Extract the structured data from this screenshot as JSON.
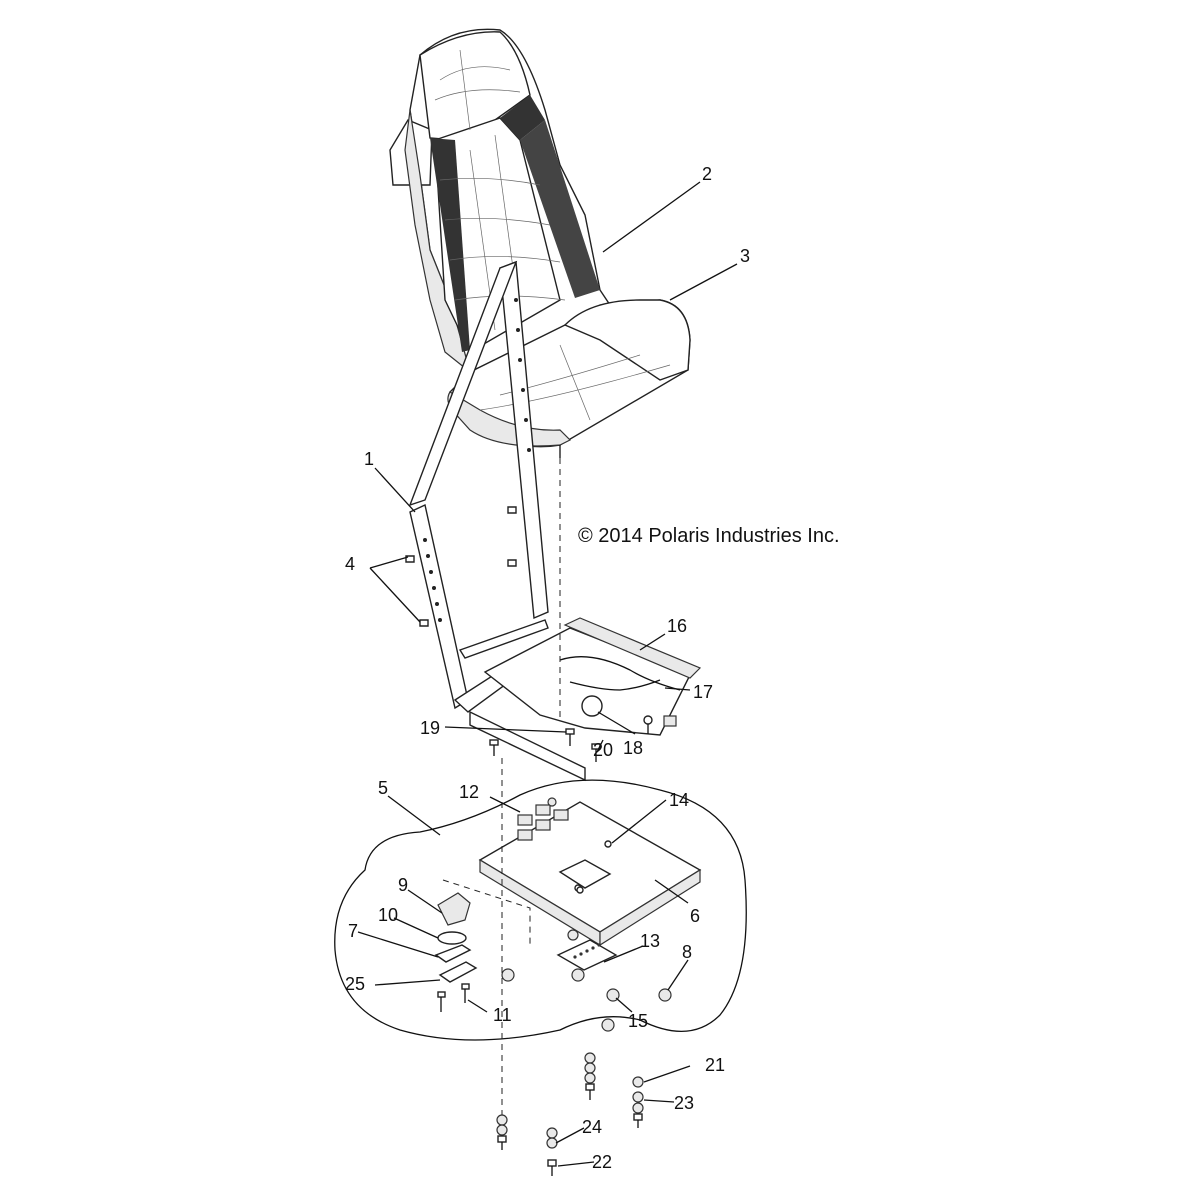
{
  "copyright": "© 2014 Polaris Industries Inc.",
  "callouts": {
    "c1": "1",
    "c2": "2",
    "c3": "3",
    "c4": "4",
    "c5": "5",
    "c6": "6",
    "c7": "7",
    "c8": "8",
    "c9": "9",
    "c10": "10",
    "c11": "11",
    "c12": "12",
    "c13": "13",
    "c14": "14",
    "c15": "15",
    "c16": "16",
    "c17": "17",
    "c18": "18",
    "c19": "19",
    "c20": "20",
    "c21": "21",
    "c22": "22",
    "c23": "23",
    "c24": "24",
    "c25": "25"
  }
}
